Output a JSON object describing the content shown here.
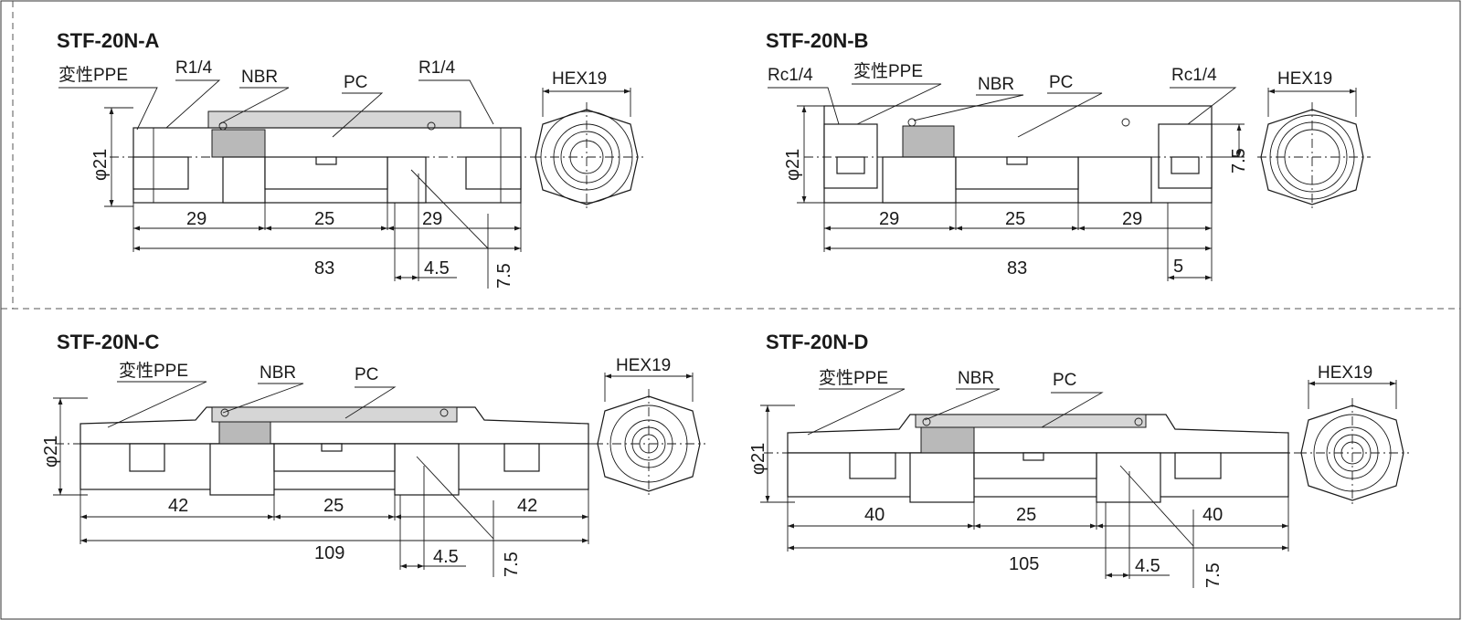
{
  "panels": {
    "a": {
      "title": "STF-20N-A",
      "labels": {
        "body_material": "変性PPE",
        "thread_left": "R1/4",
        "seal": "NBR",
        "cover": "PC",
        "thread_right": "R1/4",
        "hex": "HEX19"
      },
      "dims": {
        "dia": "φ21",
        "d1": "29",
        "d2": "25",
        "d3": "29",
        "total": "83",
        "small": "4.5",
        "offset": "7.5"
      }
    },
    "b": {
      "title": "STF-20N-B",
      "labels": {
        "thread_left": "Rc1/4",
        "body_material": "変性PPE",
        "seal": "NBR",
        "cover": "PC",
        "thread_right": "Rc1/4",
        "hex": "HEX19"
      },
      "dims": {
        "dia": "φ21",
        "d1": "29",
        "d2": "25",
        "d3": "29",
        "total": "83",
        "small": "5",
        "offset": "7.5"
      }
    },
    "c": {
      "title": "STF-20N-C",
      "labels": {
        "body_material": "変性PPE",
        "seal": "NBR",
        "cover": "PC",
        "hex": "HEX19"
      },
      "dims": {
        "dia": "φ21",
        "d1": "42",
        "d2": "25",
        "d3": "42",
        "total": "109",
        "small": "4.5",
        "offset": "7.5"
      }
    },
    "d": {
      "title": "STF-20N-D",
      "labels": {
        "body_material": "変性PPE",
        "seal": "NBR",
        "cover": "PC",
        "hex": "HEX19"
      },
      "dims": {
        "dia": "φ21",
        "d1": "40",
        "d2": "25",
        "d3": "40",
        "total": "105",
        "small": "4.5",
        "offset": "7.5"
      }
    }
  }
}
